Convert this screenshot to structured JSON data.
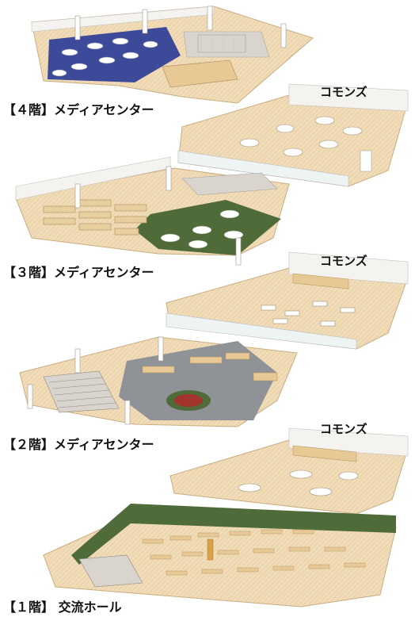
{
  "floors": [
    {
      "id": "4f",
      "label": "【４階】メディアセンター",
      "commons": "コモンズ"
    },
    {
      "id": "3f",
      "label": "【３階】メディアセンター",
      "commons": "コモンズ"
    },
    {
      "id": "2f",
      "label": "【２階】メディアセンター",
      "commons": "コモンズ"
    },
    {
      "id": "1f",
      "label": "【１階】 交流ホール"
    }
  ],
  "colors": {
    "wood_floor": "#f1dcb8",
    "wood_dark": "#dcbf91",
    "carpet_blue": "#3d4a9a",
    "carpet_green": "#4f6b3a",
    "carpet_gray": "#8f9296",
    "carpet_red": "#a3342c",
    "wall": "#f5f3ef",
    "glass": "#eef3f4"
  }
}
